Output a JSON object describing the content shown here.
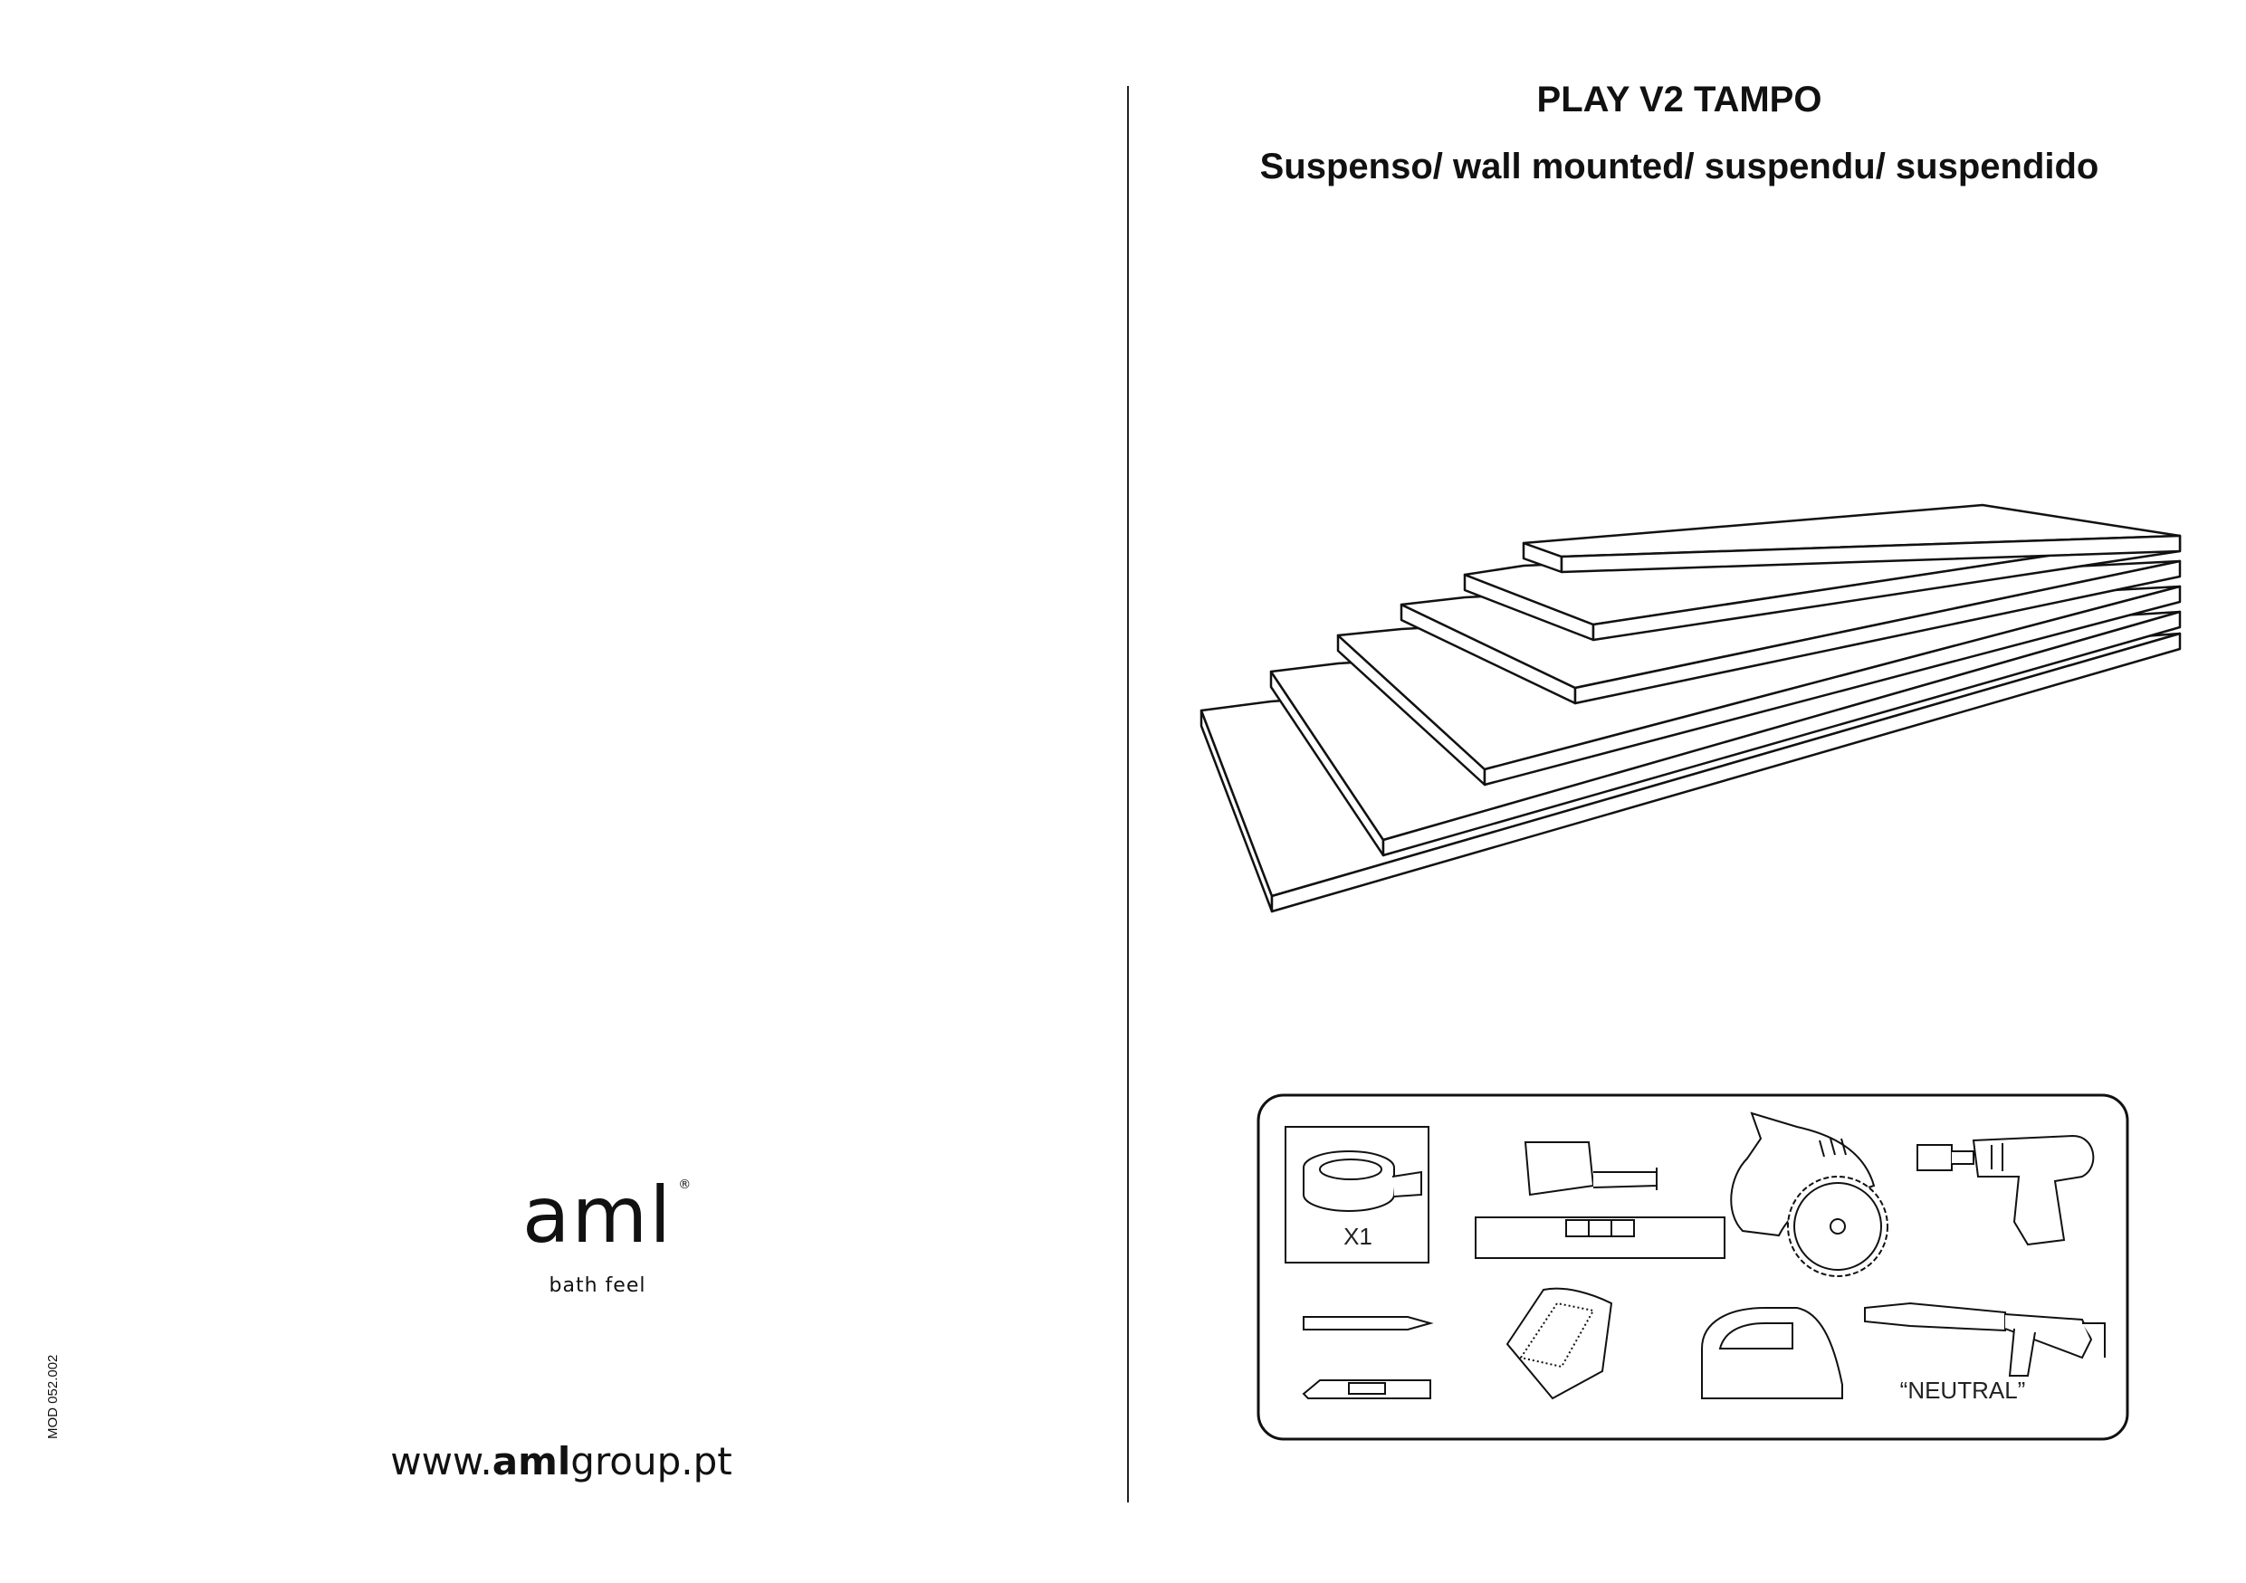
{
  "document": {
    "title": "PLAY V2 TAMPO",
    "subtitle": "Suspenso/ wall mounted/ suspendu/ suspendido",
    "code": "MOD 052.002"
  },
  "brand": {
    "logo_text": "aml",
    "registered_mark": "®",
    "tagline": "bath feel",
    "url_prefix": "www.",
    "url_bold": "aml",
    "url_suffix": "group.pt"
  },
  "tools": {
    "tape_quantity": "X1",
    "sealant_label": "“NEUTRAL”",
    "icons": [
      "adhesive-tape-roll-icon",
      "measuring-tape-icon",
      "spirit-level-icon",
      "circular-saw-icon",
      "drill-with-hole-saw-icon",
      "pencil-icon",
      "utility-knife-icon",
      "sandpaper-icon",
      "iron-icon",
      "caulking-gun-icon"
    ]
  },
  "colors": {
    "ink": "#111111",
    "background": "#ffffff"
  }
}
